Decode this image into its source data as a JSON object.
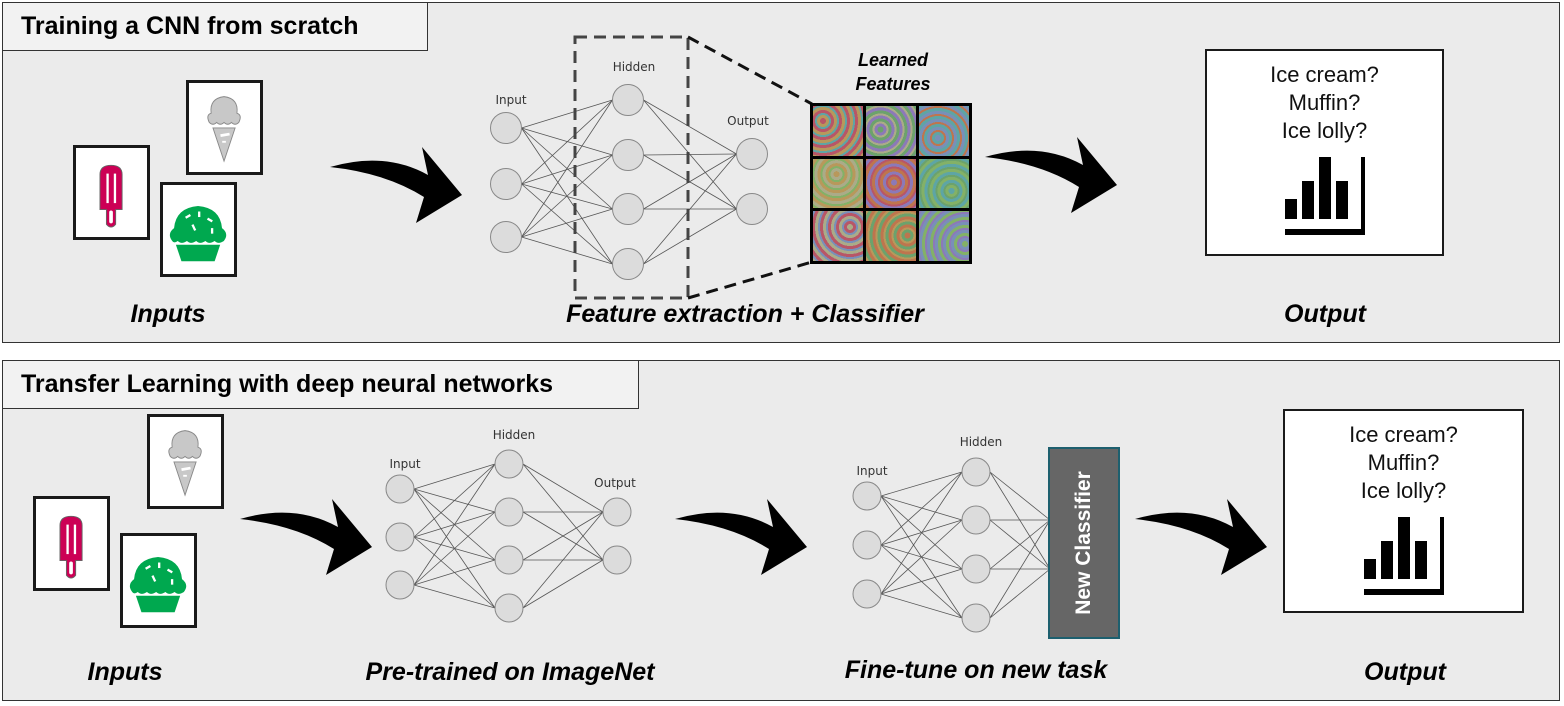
{
  "panel_top": {
    "title": "Training a CNN from scratch",
    "captions": {
      "inputs": "Inputs",
      "model": "Feature extraction + Classifier",
      "output": "Output"
    },
    "learned_features_title": [
      "Learned",
      "Features"
    ],
    "network": {
      "input_label": "Input",
      "hidden_label": "Hidden",
      "output_label": "Output"
    },
    "output_box": {
      "lines": [
        "Ice cream?",
        "Muffin?",
        "Ice lolly?"
      ]
    }
  },
  "panel_bottom": {
    "title": "Transfer Learning with deep neural networks",
    "captions": {
      "inputs": "Inputs",
      "pretrained": "Pre-trained on ImageNet",
      "finetune": "Fine-tune on new task",
      "output": "Output"
    },
    "pretrained_network": {
      "input_label": "Input",
      "hidden_label": "Hidden",
      "output_label": "Output"
    },
    "finetune_network": {
      "input_label": "Input",
      "hidden_label": "Hidden"
    },
    "new_classifier_label": "New Classifier",
    "output_box": {
      "lines": [
        "Ice cream?",
        "Muffin?",
        "Ice lolly?"
      ]
    }
  },
  "colors": {
    "ice_lolly": "#cc0055",
    "muffin": "#00a84f",
    "ice_cream": "#c8c8c8",
    "new_classifier_fill": "#666666",
    "new_classifier_border": "#1d5f6e",
    "panel_bg": "#ebebeb"
  }
}
